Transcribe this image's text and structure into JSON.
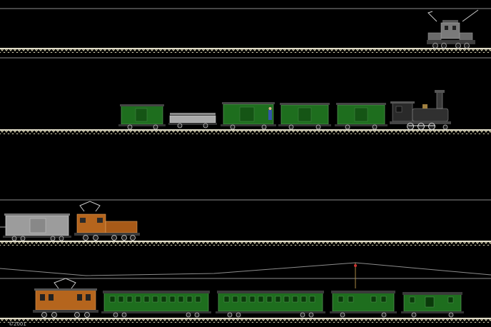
{
  "colors": {
    "background": "#000000",
    "rail": "#d8d4c0",
    "sleeper": "#8a8670",
    "wire": "#9a9a9a",
    "wagon_green": "#1e6e1e",
    "wagon_green_dark": "#0f4f14",
    "wagon_grey": "#9c9c9c",
    "loco_brown": "#b5651d",
    "loco_dark": "#2a2a2a",
    "loco_grey": "#707070"
  },
  "tracks": [
    {
      "name": "track-1",
      "trains": [
        "grey-electric-loco"
      ]
    },
    {
      "name": "track-2",
      "trains": [
        "goods-train-steam"
      ]
    },
    {
      "name": "track-3",
      "trains": [
        "brown-crocodile-goods"
      ]
    },
    {
      "name": "track-4",
      "trains": [
        "passenger-train"
      ]
    }
  ],
  "credit_text": "©2001"
}
